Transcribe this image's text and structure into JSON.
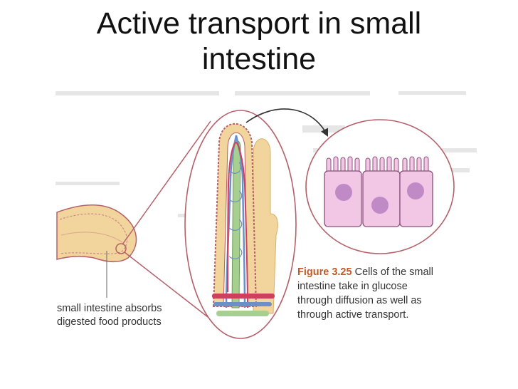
{
  "title": {
    "line1": "Active transport in small",
    "line2": "intestine"
  },
  "labels": {
    "absorbs_line1": "small intestine absorbs",
    "absorbs_line2": "digested food products"
  },
  "figure": {
    "number": "Figure 3.25",
    "caption_line1": "Cells of the small",
    "caption_line2": "intestine take in glucose",
    "caption_line3": "through diffusion as well as",
    "caption_line4": "through active transport."
  },
  "colors": {
    "outline": "#b5606a",
    "cell_fill": "#f2c7e6",
    "nucleus": "#c08ac6",
    "villus_fill": "#f2d59c",
    "vessel_green": "#a7cf8f",
    "vessel_blue": "#6b8fc8",
    "vessel_red": "#cf3f5e",
    "figure_number": "#c15a2a"
  }
}
